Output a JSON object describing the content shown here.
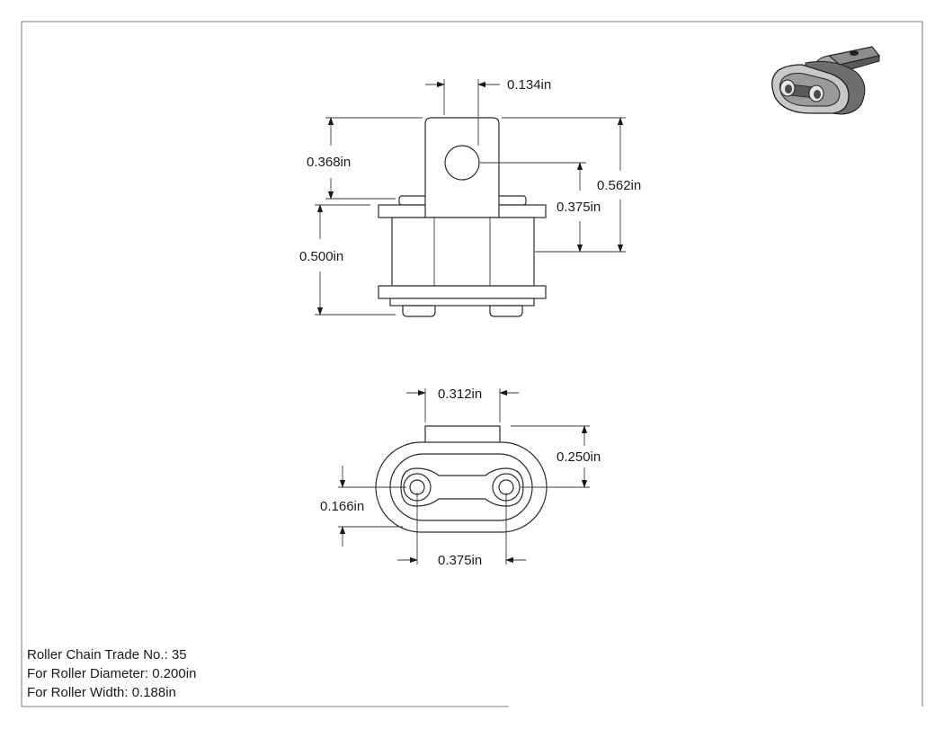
{
  "dimensions": {
    "front_top_width": "0.134in",
    "front_tab_height": "0.368in",
    "front_overall_height": "0.562in",
    "front_hole_height": "0.375in",
    "front_link_width": "0.500in",
    "top_tab_width": "0.312in",
    "top_tab_height": "0.250in",
    "top_link_width": "0.166in",
    "top_pitch": "0.375in"
  },
  "notes": {
    "line1": "Roller Chain Trade No.: 35",
    "line2": "For Roller Diameter: 0.200in",
    "line3": "For Roller Width: 0.188in"
  },
  "colors": {
    "line": "#2a2a2a",
    "iso_dark": "#4a4a4a",
    "iso_mid": "#8c8c8c",
    "iso_light": "#c8c8c8"
  }
}
